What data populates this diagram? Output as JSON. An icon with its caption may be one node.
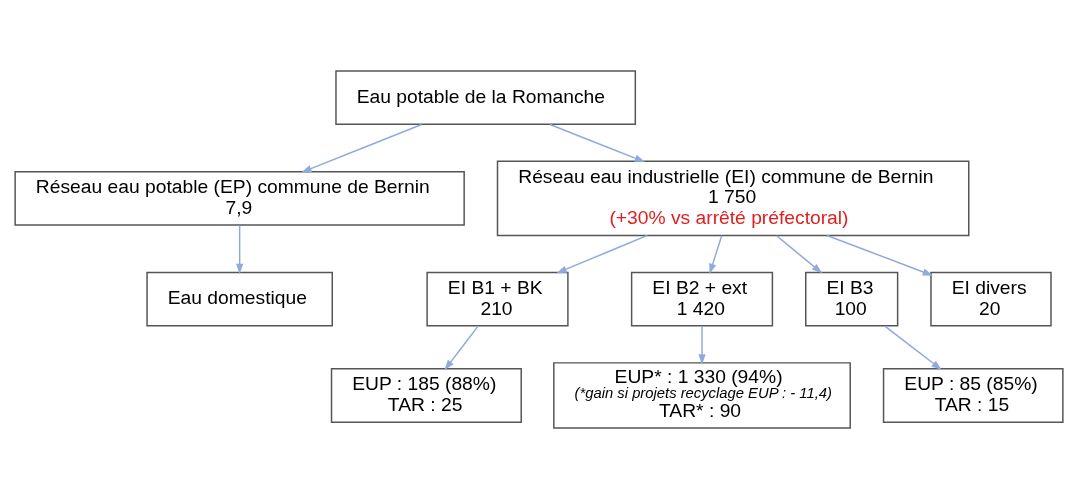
{
  "diagram": {
    "nodes": [
      {
        "text": [
          "Eau potable de la Romanche"
        ]
      },
      {
        "text": [
          "Réseau eau potable (EP) commune de Bernin",
          "7,9"
        ]
      },
      {
        "text": [
          "Réseau eau industrielle (EI) commune de Bernin",
          "1 750",
          "(+30% vs arrêté préfectoral)"
        ]
      },
      {
        "text": [
          "Eau domestique"
        ]
      },
      {
        "text": [
          "EI B1 + BK",
          "210"
        ]
      },
      {
        "text": [
          "EI B2 + ext",
          "1 420"
        ]
      },
      {
        "text": [
          "EI B3",
          "100"
        ]
      },
      {
        "text": [
          "EI divers",
          "20"
        ]
      },
      {
        "text": [
          "EUP : 185 (88%)",
          "TAR : 25"
        ]
      },
      {
        "text": [
          "EUP : 85 (85%)",
          "TAR : 15"
        ]
      },
      {
        "text": [
          "EUP* : 1 330 (94%)",
          "(*gain si projets recyclage EUP : - 11,4)",
          "TAR* : 90"
        ]
      }
    ],
    "edges": [
      {
        "from": 0,
        "to": 1,
        "arrow": "to"
      },
      {
        "from": 0,
        "to": 2,
        "arrow": "to"
      },
      {
        "from": 1,
        "to": 3,
        "arrow": "to"
      },
      {
        "from": 2,
        "to": 4,
        "arrow": "to"
      },
      {
        "from": 2,
        "to": 5,
        "arrow": "to"
      },
      {
        "from": 2,
        "to": 6,
        "arrow": "to"
      },
      {
        "from": 2,
        "to": 7,
        "arrow": "to"
      },
      {
        "from": 4,
        "to": 8,
        "arrow": "to"
      },
      {
        "from": 6,
        "to": 9,
        "arrow": "to"
      },
      {
        "from": 5,
        "to": 10,
        "arrow": "to"
      }
    ]
  }
}
